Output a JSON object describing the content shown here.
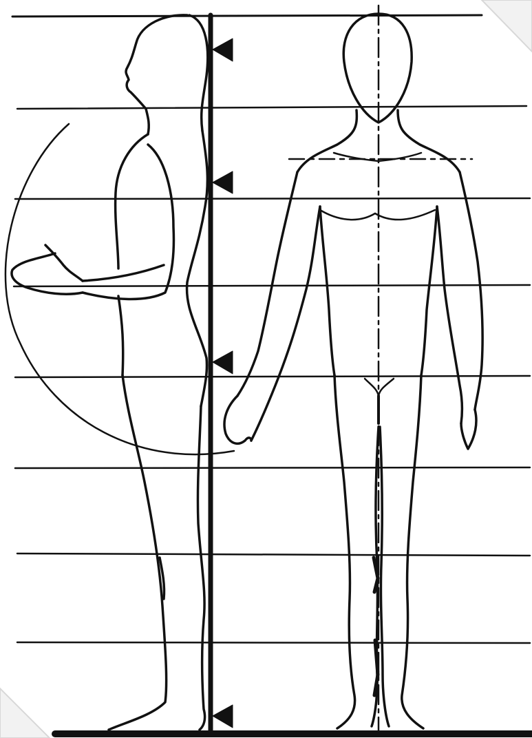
{
  "figure": {
    "title": "",
    "labels": [],
    "colors": {
      "background": "#ffffff",
      "ink": "#111111",
      "page_corner": "#f2f2f2"
    },
    "guide_line_count": 8,
    "plumb_arrow_count": 4,
    "views": [
      "side-view",
      "front-view"
    ]
  }
}
